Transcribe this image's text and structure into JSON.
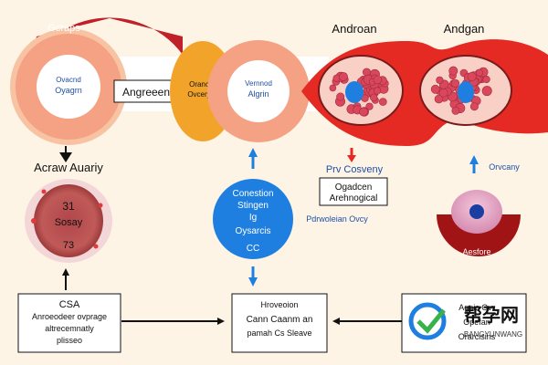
{
  "colors": {
    "background": "#fdf4e6",
    "crimson": "#c0202a",
    "salmon": "#f4a184",
    "peach_ring": "#f7c3a3",
    "orange": "#f2a42a",
    "red_band": "#e42a22",
    "tissue_pink": "#f8d0c6",
    "cell_red": "#d9475d",
    "blue": "#1e7fe0",
    "dark_red": "#a11416",
    "ink": "#111111"
  },
  "nodes": {
    "left_circle": {
      "top_label": "Gcraps",
      "inner_line1": "Ovacnd",
      "inner_line2": "Oyagrn"
    },
    "banner_left": "Angreeen",
    "orange_circle": {
      "line1": "Oranc",
      "line2": "Ovcery"
    },
    "salmon_circle": {
      "line1": "Vernnod",
      "line2": "Algrin"
    },
    "androgen_label_1": "Androan",
    "androgen_label_2": "Andgan",
    "acraw_label": "Acraw Auariy",
    "pink_oval": {
      "line1": "31",
      "line2": "Sosay",
      "line3": "73"
    },
    "blue_circle": {
      "line1": "Conestion",
      "line2": "Stingen",
      "line3": "Ig",
      "line4": "Oysarcis",
      "line5": "CC"
    },
    "prv_label": "Prv Cosveny",
    "center_box": {
      "line1": "Ogadcen",
      "line2": "Arehnogical"
    },
    "pdrwas_label": "Pdrwoleian Ovcy",
    "right_label": "Orvcany",
    "bowl_label": "Aesfore",
    "bottom_left_box": {
      "line1": "CSA",
      "line2": "Anroeodeer ovprage",
      "line3": "altrecemnatly",
      "line4": "plisseo"
    },
    "bottom_center_box": {
      "line1": "Hroveoion",
      "line2": "Cann Caanm an",
      "line3": "pamah Cs Sleave"
    },
    "bottom_right_box": {
      "line1": "Agnic Ovr",
      "line2": "Opefan",
      "line3": "Orarcisins"
    }
  },
  "watermark": {
    "title": "帮孕网",
    "subtitle": "BANGYUNWANG"
  }
}
